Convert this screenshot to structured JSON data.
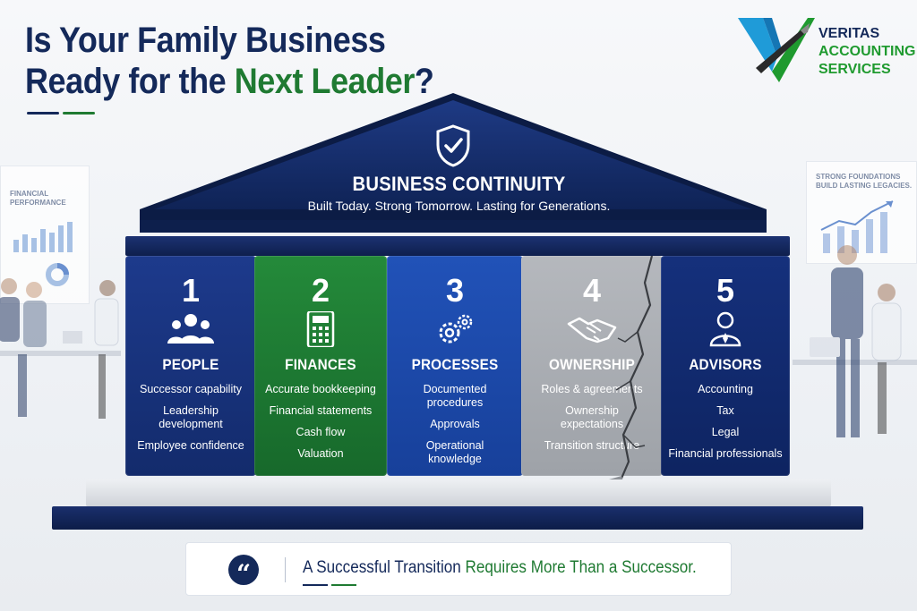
{
  "header": {
    "title_line1": "Is Your Family Business",
    "title_line2_prefix": "Ready for the ",
    "title_line2_accent": "Next Leader",
    "title_line2_suffix": "?"
  },
  "logo": {
    "line1": "VERITAS",
    "line2": "ACCOUNTING",
    "line3": "SERVICES"
  },
  "background": {
    "left_board": [
      "FINANCIAL",
      "PERFORMANCE"
    ],
    "right_board": [
      "STRONG FOUNDATIONS",
      "BUILD LASTING LEGACIES."
    ]
  },
  "roof": {
    "title": "BUSINESS CONTINUITY",
    "subtitle": "Built Today. Strong Tomorrow. Lasting for Generations."
  },
  "pillars": [
    {
      "number": "1",
      "title": "PEOPLE",
      "icon": "people-icon",
      "items": [
        "Successor capability",
        "Leadership development",
        "Employee confidence"
      ]
    },
    {
      "number": "2",
      "title": "FINANCES",
      "icon": "calculator-icon",
      "items": [
        "Accurate bookkeeping",
        "Financial statements",
        "Cash flow",
        "Valuation"
      ]
    },
    {
      "number": "3",
      "title": "PROCESSES",
      "icon": "gears-icon",
      "items": [
        "Documented procedures",
        "Approvals",
        "Operational knowledge"
      ]
    },
    {
      "number": "4",
      "title": "OWNERSHIP",
      "icon": "handshake-icon",
      "items": [
        "Roles & agreements",
        "Ownership expectations",
        "Transition structure"
      ]
    },
    {
      "number": "5",
      "title": "ADVISORS",
      "icon": "advisor-icon",
      "items": [
        "Accounting",
        "Tax",
        "Legal",
        "Financial professionals"
      ]
    }
  ],
  "quote": {
    "part1": "A Successful Transition ",
    "part2": "Requires More Than a Successor."
  },
  "colors": {
    "navy": "#14295a",
    "green": "#1f7a32",
    "blue": "#2152b8",
    "gray": "#a9adb3"
  }
}
